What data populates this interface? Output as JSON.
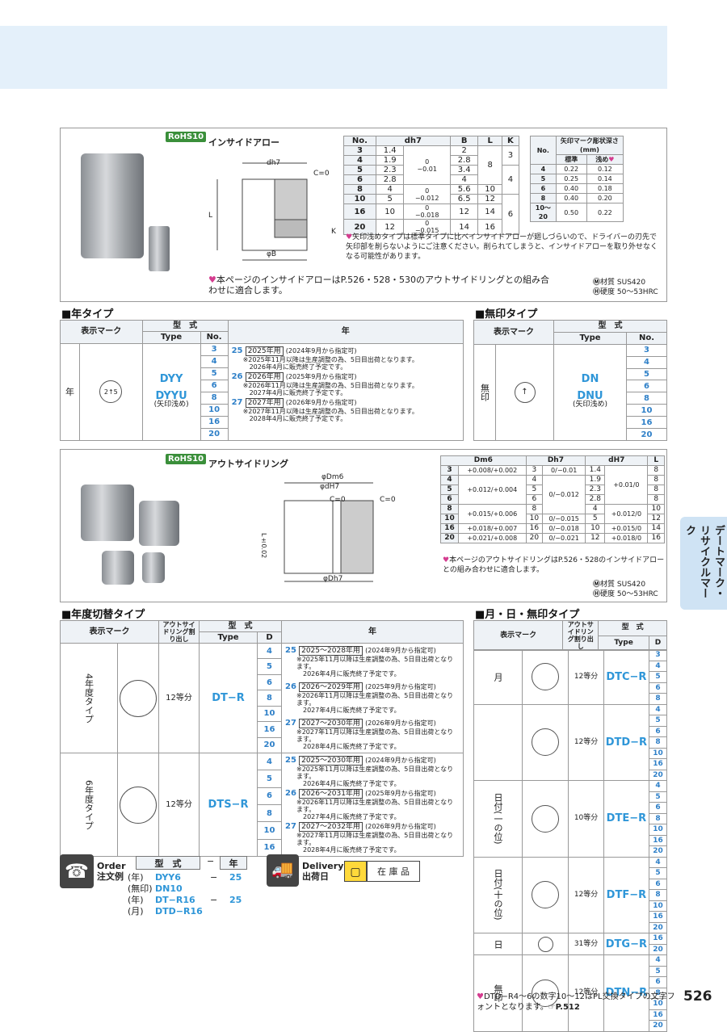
{
  "top": {
    "rohs": "RoHS10",
    "title": "インサイドアロー"
  },
  "dims": {
    "table": {
      "headers": [
        "No.",
        "dh7",
        "B",
        "L",
        "K"
      ],
      "rows": [
        [
          "3",
          "1.4",
          "",
          "2",
          "",
          ""
        ],
        [
          "4",
          "1.9",
          "0/−0.01",
          "2.8",
          "8",
          "3"
        ],
        [
          "5",
          "2.3",
          "",
          "3.4",
          "",
          ""
        ],
        [
          "6",
          "2.8",
          "",
          "4",
          "",
          "4"
        ],
        [
          "8",
          "4",
          "0/−0.012",
          "5.6",
          "10",
          ""
        ],
        [
          "10",
          "5",
          "",
          "6.5",
          "12",
          ""
        ],
        [
          "16",
          "10",
          "0/−0.018",
          "12",
          "14",
          "6"
        ],
        [
          "20",
          "12",
          "0/−0.015",
          "14",
          "16",
          ""
        ]
      ]
    },
    "tol1": "0\n−0.01",
    "tol2": "0\n−0.012",
    "tol3": "0\n−0.018",
    "tol4": "0\n−0.015"
  },
  "depth": {
    "head_no": "No.",
    "head_title": "矢印マーク彫状深さ(mm)",
    "head_std": "標準",
    "head_shallow": "浅め",
    "rows": [
      [
        "4",
        "0.22",
        "0.12"
      ],
      [
        "5",
        "0.25",
        "0.14"
      ],
      [
        "6",
        "0.40",
        "0.18"
      ],
      [
        "8",
        "0.40",
        "0.20"
      ],
      [
        "10〜20",
        "0.50",
        "0.22"
      ]
    ]
  },
  "note1": "矢印浅めタイプは標準タイプに比べインサイドアローが廻しづらいので、ドライバーの刃先で矢印部を削らないようにご注意ください。削られてしまうと、インサイドアローを取り外せなくなる可能性があります。",
  "note2": "本ページのインサイドアローはP.526・528・530のアウトサイドリングとの組み合わせに適合します。",
  "mat1": {
    "m": "材質",
    "mv": "SUS420",
    "h": "硬度",
    "hv": "50〜53HRC"
  },
  "drawing1": {
    "dh7": "dh7",
    "c0": "C=0",
    "L": "L",
    "K": "K",
    "B": "φB"
  },
  "nen": {
    "title": "年タイプ",
    "h_mark": "表示マーク",
    "h_type": "型　式",
    "h_type2": "Type",
    "h_no": "No.",
    "h_year": "年",
    "rowlabel": "年",
    "t1": "DYY",
    "t2": "DYYU",
    "t2sub": "(矢印浅め)",
    "nos": [
      "3",
      "4",
      "5",
      "6",
      "8",
      "10",
      "16",
      "20"
    ],
    "years": [
      {
        "n": "25",
        "y": "2025年用",
        "s": "(2024年9月から指定可)",
        "a": "※2025年11月以降は生産調整の為、5日目出荷となります。",
        "b": "2026年4月に販売終了予定です。"
      },
      {
        "n": "26",
        "y": "2026年用",
        "s": "(2025年9月から指定可)",
        "a": "※2026年11月以降は生産調整の為、5日目出荷となります。",
        "b": "2027年4月に販売終了予定です。"
      },
      {
        "n": "27",
        "y": "2027年用",
        "s": "(2026年9月から指定可)",
        "a": "※2027年11月以降は生産調整の為、5日目出荷となります。",
        "b": "2028年4月に販売終了予定です。"
      }
    ],
    "mark_l": "2",
    "mark_r": "5"
  },
  "mujin": {
    "title": "無印タイプ",
    "h_mark": "表示マーク",
    "h_type": "型　式",
    "h_type2": "Type",
    "h_no": "No.",
    "rowlabel": "無印",
    "t1": "DN",
    "t2": "DNU",
    "t2sub": "(矢印浅め)",
    "nos": [
      "3",
      "4",
      "5",
      "6",
      "8",
      "10",
      "16",
      "20"
    ]
  },
  "ring": {
    "rohs": "RoHS10",
    "title": "アウトサイドリング",
    "headers": [
      "Dm6",
      "Dh7",
      "dH7",
      "L"
    ],
    "rows": [
      [
        "3",
        "+0.008/+0.002",
        "3",
        "0/−0.01",
        "1.4",
        "",
        "8"
      ],
      [
        "4",
        "",
        "4",
        "",
        "1.9",
        "+0.01/0",
        "8"
      ],
      [
        "5",
        "+0.012/+0.004",
        "5",
        "0/−0.012",
        "2.3",
        "",
        "8"
      ],
      [
        "6",
        "",
        "6",
        "",
        "2.8",
        "",
        "8"
      ],
      [
        "8",
        "+0.015/+0.006",
        "8",
        "",
        "4",
        "+0.012/0",
        "10"
      ],
      [
        "10",
        "",
        "10",
        "0/−0.015",
        "5",
        "",
        "12"
      ],
      [
        "16",
        "+0.018/+0.007",
        "16",
        "0/−0.018",
        "10",
        "+0.015/0",
        "14"
      ],
      [
        "20",
        "+0.021/+0.008",
        "20",
        "0/−0.021",
        "12",
        "+0.018/0",
        "16"
      ]
    ],
    "note": "本ページのアウトサイドリングはP.526・528のインサイドアローとの組み合わせに適合します。",
    "m": "材質",
    "mv": "SUS420",
    "h": "硬度",
    "hv": "50〜53HRC",
    "d_Dm6": "φDm6",
    "d_dH7": "φdH7",
    "c0a": "C=0",
    "c0b": "C=0",
    "L": "L±0.02",
    "Dh7": "φDh7"
  },
  "nendo": {
    "title": "年度切替タイプ",
    "h_mark": "表示マーク",
    "h_ring": "アウトサイドリング割り出し",
    "h_type": "型　式",
    "h_type2": "Type",
    "h_d": "D",
    "h_year": "年",
    "g1": {
      "label": "4年度タイプ",
      "div": "12等分",
      "type": "DT−R",
      "ds": [
        "4",
        "5",
        "6",
        "8",
        "10",
        "16",
        "20"
      ],
      "years": [
        {
          "n": "25",
          "y": "2025〜2028年用",
          "s": "(2024年9月から指定可)",
          "a": "※2025年11月以降は生産調整の為、5日目出荷となります。",
          "b": "2026年4月に販売終了予定です。"
        },
        {
          "n": "26",
          "y": "2026〜2029年用",
          "s": "(2025年9月から指定可)",
          "a": "※2026年11月以降は生産調整の為、5日目出荷となります。",
          "b": "2027年4月に販売終了予定です。"
        },
        {
          "n": "27",
          "y": "2027〜2030年用",
          "s": "(2026年9月から指定可)",
          "a": "※2027年11月以降は生産調整の為、5日目出荷となります。",
          "b": "2028年4月に販売終了予定です。"
        }
      ]
    },
    "g2": {
      "label": "6年度タイプ",
      "div": "12等分",
      "type": "DTS−R",
      "ds": [
        "4",
        "5",
        "6",
        "8",
        "10",
        "16"
      ],
      "years": [
        {
          "n": "25",
          "y": "2025〜2030年用",
          "s": "(2024年9月から指定可)",
          "a": "※2025年11月以降は生産調整の為、5日目出荷となります。",
          "b": "2026年4月に販売終了予定です。"
        },
        {
          "n": "26",
          "y": "2026〜2031年用",
          "s": "(2025年9月から指定可)",
          "a": "※2026年11月以降は生産調整の為、5日目出荷となります。",
          "b": "2027年4月に販売終了予定です。"
        },
        {
          "n": "27",
          "y": "2027〜2032年用",
          "s": "(2026年9月から指定可)",
          "a": "※2027年11月以降は生産調整の為、5日目出荷となります。",
          "b": "2028年4月に販売終了予定です。"
        }
      ]
    }
  },
  "gappi": {
    "title": "月・日・無印タイプ",
    "h_mark": "表示マーク",
    "h_ring": "アウトサイドリング割り出し",
    "h_type": "型　式",
    "h_type2": "Type",
    "h_d": "D",
    "rows": [
      {
        "label": "月",
        "div": "12等分",
        "type": "DTC−R",
        "ds": [
          "3",
          "4",
          "5",
          "6",
          "8"
        ]
      },
      {
        "label": "",
        "div": "12等分",
        "type": "DTD−R",
        "ds": [
          "4",
          "5",
          "6",
          "8",
          "10",
          "16",
          "20"
        ]
      },
      {
        "label": "日付(一の位)",
        "div": "10等分",
        "type": "DTE−R",
        "ds": [
          "4",
          "5",
          "6",
          "8",
          "10",
          "16",
          "20"
        ]
      },
      {
        "label": "日付(十の位)",
        "div": "12等分",
        "type": "DTF−R",
        "ds": [
          "4",
          "5",
          "6",
          "8",
          "10",
          "16",
          "20"
        ]
      },
      {
        "label": "日",
        "div": "31等分",
        "type": "DTG−R",
        "ds": [
          "16",
          "20"
        ]
      },
      {
        "label": "無印",
        "div": "12等分",
        "type": "DTN−R",
        "ds": [
          "4",
          "5",
          "6",
          "8",
          "10",
          "16",
          "20"
        ]
      }
    ],
    "note": "DTD−R4〜6の数字10〜12はPL交換タイプの文字フォントとなります。",
    "ref": "P.512"
  },
  "order": {
    "label": "Order",
    "label2": "注文例",
    "h_type": "型　式",
    "dash": "−",
    "h_year": "年",
    "rows": [
      [
        "(年)",
        "DYY6",
        "−",
        "25"
      ],
      [
        "(無印)",
        "DN10",
        "",
        ""
      ],
      [
        "(年)",
        "DT−R16",
        "−",
        "25"
      ],
      [
        "(月)",
        "DTD−R16",
        "",
        ""
      ]
    ]
  },
  "delivery": {
    "label": "Delivery",
    "label2": "出荷日",
    "stock": "在 庫 品"
  },
  "side": {
    "tab": "デートマーク・リサイクルマーク"
  },
  "page": "526"
}
